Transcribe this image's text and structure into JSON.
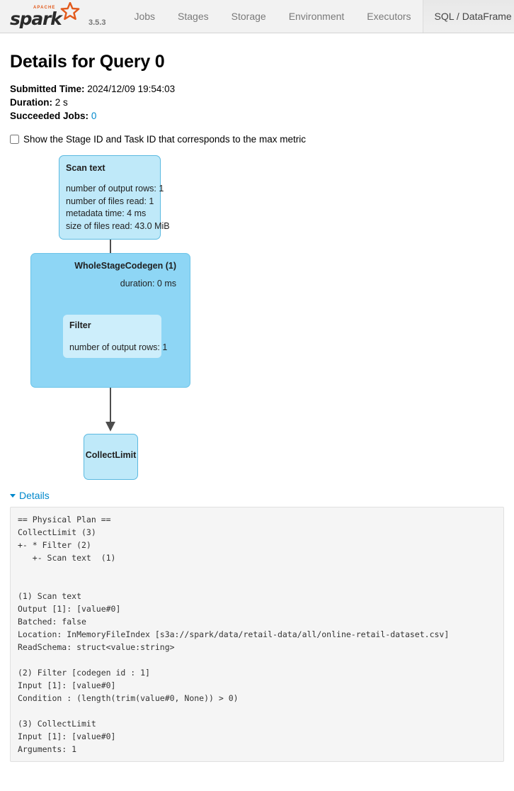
{
  "navbar": {
    "logo": {
      "apache_text": "APACHE",
      "spark_text": "spark",
      "star_icon": "star-icon"
    },
    "version": "3.5.3",
    "tabs": [
      {
        "label": "Jobs",
        "active": false
      },
      {
        "label": "Stages",
        "active": false
      },
      {
        "label": "Storage",
        "active": false
      },
      {
        "label": "Environment",
        "active": false
      },
      {
        "label": "Executors",
        "active": false
      },
      {
        "label": "SQL / DataFrame",
        "active": true
      }
    ]
  },
  "page": {
    "title": "Details for Query 0",
    "submitted_time_label": "Submitted Time:",
    "submitted_time_value": "2024/12/09 19:54:03",
    "duration_label": "Duration:",
    "duration_value": "2 s",
    "succeeded_jobs_label": "Succeeded Jobs:",
    "succeeded_jobs_value": "0",
    "checkbox_label": "Show the Stage ID and Task ID that corresponds to the max metric",
    "checkbox_checked": false
  },
  "dag": {
    "nodes": {
      "scan": {
        "title": "Scan text",
        "metrics": [
          "number of output rows: 1",
          "number of files read: 1",
          "metadata time: 4 ms",
          "size of files read: 43.0 MiB"
        ]
      },
      "wholestagecodegen": {
        "title": "WholeStageCodegen (1)",
        "duration": "duration: 0 ms"
      },
      "filter": {
        "title": "Filter",
        "metric": "number of output rows: 1"
      },
      "collectlimit": {
        "title": "CollectLimit"
      }
    },
    "colors": {
      "node_fill": "#bfe9f9",
      "node_border": "#5bb9e0",
      "codegen_fill": "#8ed6f5",
      "inner_fill": "#cdeefb",
      "edge": "#4d4d4d"
    }
  },
  "details": {
    "toggle_label": "Details",
    "expanded": true,
    "physical_plan": "== Physical Plan ==\nCollectLimit (3)\n+- * Filter (2)\n   +- Scan text  (1)\n\n\n(1) Scan text\nOutput [1]: [value#0]\nBatched: false\nLocation: InMemoryFileIndex [s3a://spark/data/retail-data/all/online-retail-dataset.csv]\nReadSchema: struct<value:string>\n\n(2) Filter [codegen id : 1]\nInput [1]: [value#0]\nCondition : (length(trim(value#0, None)) > 0)\n\n(3) CollectLimit\nInput [1]: [value#0]\nArguments: 1"
  },
  "theme": {
    "link_color": "#0088cc",
    "navbar_bg": "#f2f2f2",
    "code_bg": "#f5f5f5"
  }
}
